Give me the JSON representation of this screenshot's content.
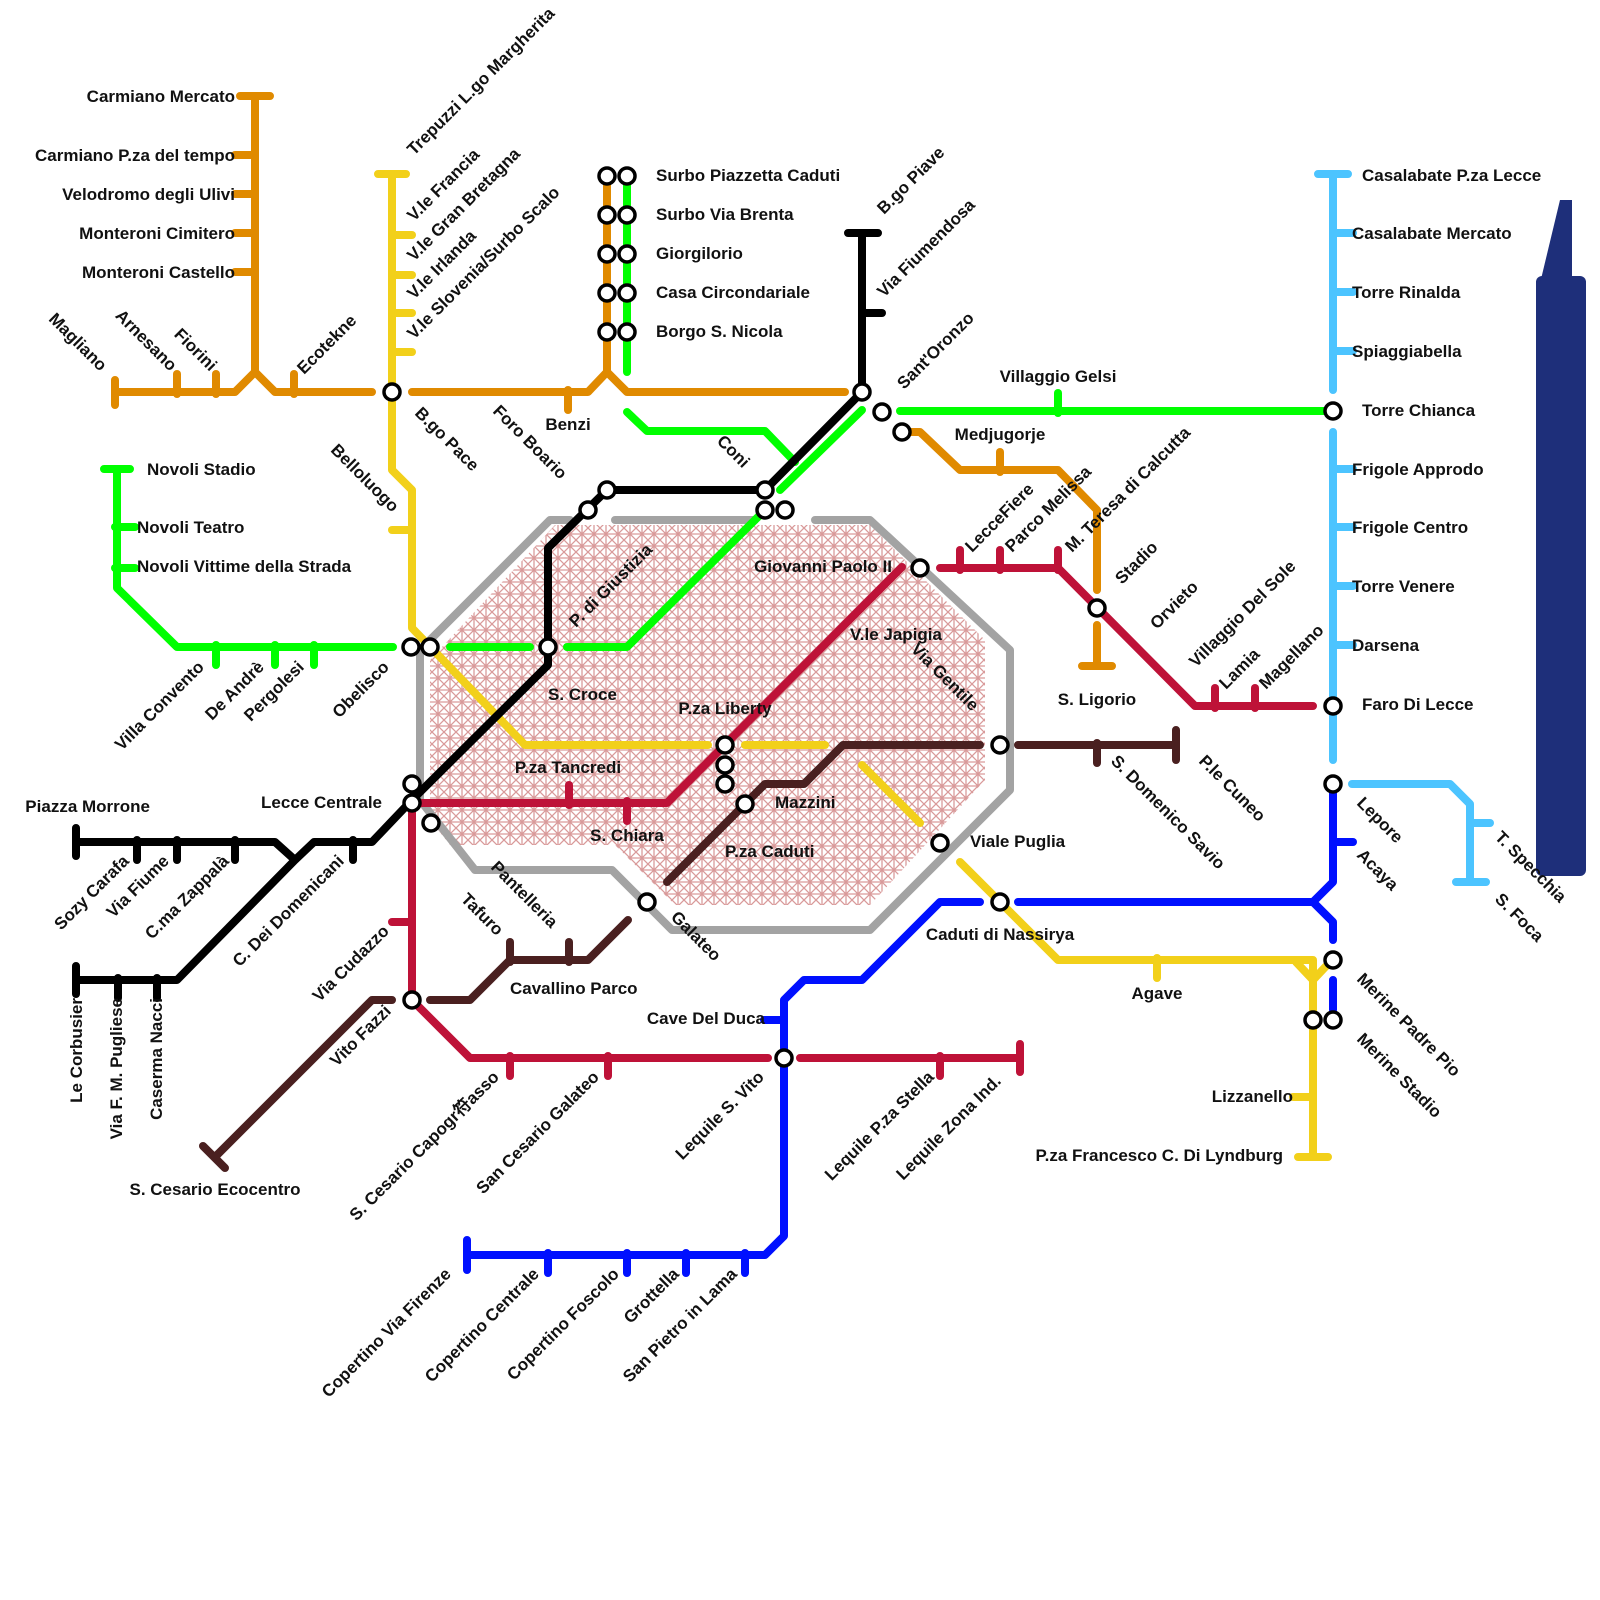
{
  "colors": {
    "orange": "#e08a00",
    "yellow": "#f2d01a",
    "green": "#00ff00",
    "black": "#000000",
    "red": "#be1238",
    "brown": "#4a2020",
    "blue": "#0010ff",
    "lightblue": "#4cc4ff",
    "navy": "#1e2f7a",
    "gray": "#a3a3a3",
    "hatch": "#d99a9a"
  },
  "stations": [
    "Carmiano Mercato",
    "Carmiano P.za del tempo",
    "Velodromo degli Ulivi",
    "Monteroni Cimitero",
    "Monteroni Castello",
    "Magliano",
    "Arnesano",
    "Fiorini",
    "Ecotekne",
    "Benzi",
    "Medjugorje",
    "Stadio",
    "S. Ligorio",
    "Trepuzzi L.go Margherita",
    "V.le Francia",
    "V.le Gran Bretagna",
    "V.le Irlanda",
    "V.le Slovenia/Surbo Scalo",
    "B.go Pace",
    "Belloluogo",
    "Viale Puglia",
    "Caduti di Nassirya",
    "Agave",
    "Lizzanello",
    "P.za Francesco C. Di Lyndburg",
    "Surbo Piazzetta Caduti",
    "Surbo Via Brenta",
    "Giorgilorio",
    "Casa Circondariale",
    "Borgo S. Nicola",
    "Coni",
    "Villaggio Gelsi",
    "Torre Chianca",
    "Novoli Stadio",
    "Novoli Teatro",
    "Novoli Vittime della Strada",
    "Villa Convento",
    "De Andrè",
    "Pergolesi",
    "Obelisco",
    "B.go Piave",
    "Via Fiumendosa",
    "Sant'Oronzo",
    "Foro Boario",
    "P. di Giustizia",
    "S. Croce",
    "Lecce Centrale",
    "Piazza Morrone",
    "Sozy Carafa",
    "Via Fiume",
    "C.ma Zappalà",
    "C. Dei Domenicani",
    "Le Corbusier",
    "Via F. M. Pugliese",
    "Caserma Nacci",
    "Giovanni Paolo II",
    "V.le Japigia",
    "P.za Liberty",
    "P.za Tancredi",
    "S. Chiara",
    "LecceFiere",
    "Parco Melissa",
    "M. Teresa di Calcutta",
    "Orvieto",
    "Villaggio Del Sole",
    "Lamia",
    "Magellano",
    "Faro Di Lecce",
    "Via Cudazzo",
    "Vito Fazzi",
    "S. Cesario Capogr符asso",
    "San Cesario Galateo",
    "Lequile S. Vito",
    "Lequile P.za Stella",
    "Lequile Zona Ind.",
    "Via Gentile",
    "Mazzini",
    "P.za Caduti",
    "S. Domenico Savio",
    "P.le Cuneo",
    "Pantelleria",
    "Tafuro",
    "Galateo",
    "Cavallino Parco",
    "S. Cesario Ecocentro",
    "Cave Del Duca",
    "Copertino Via Firenze",
    "Copertino Centrale",
    "Copertino Foscolo",
    "Grottella",
    "San Pietro in Lama",
    "Lepore",
    "Acaya",
    "Merine Padre Pio",
    "Merine Stadio",
    "Casalabate P.za Lecce",
    "Casalabate Mercato",
    "Torre Rinalda",
    "Spiaggiabella",
    "Frigole Approdo",
    "Frigole Centro",
    "Torre Venere",
    "Darsena",
    "T. Specchia",
    "S. Foca"
  ]
}
